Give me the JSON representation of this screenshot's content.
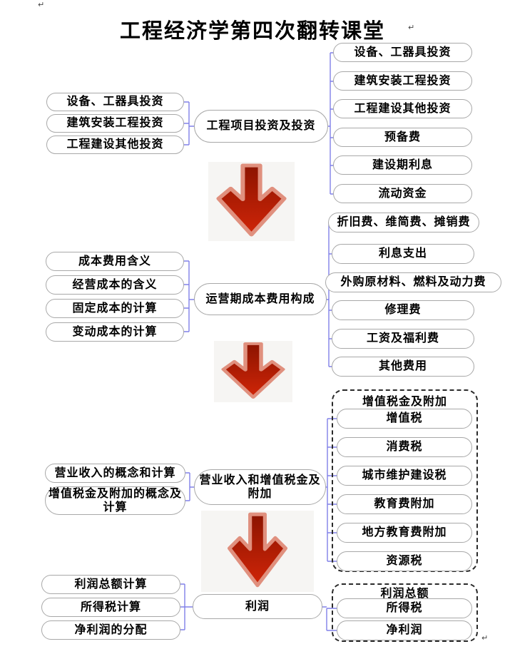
{
  "page": {
    "title": "工程经济学第四次翻转课堂",
    "return_mark": "↵"
  },
  "sections": [
    {
      "center": "工程项目投资及投资",
      "left": [
        "设备、工器具投资",
        "建筑安装工程投资",
        "工程建设其他投资"
      ],
      "right": [
        "设备、工器具投资",
        "建筑安装工程投资",
        "工程建设其他投资",
        "预备费",
        "建设期利息",
        "流动资金"
      ]
    },
    {
      "center": "运营期成本费用构成",
      "left": [
        "成本费用含义",
        "经营成本的含义",
        "固定成本的计算",
        "变动成本的计算"
      ],
      "right": [
        "折旧费、维简费、摊销费",
        "利息支出",
        "外购原材料、燃料及动力费",
        "修理费",
        "工资及福利费",
        "其他费用"
      ]
    },
    {
      "center": "营业收入和增值税金及附加",
      "left": [
        "营业收入的概念和计算",
        "增值税金及附加的概念及计算"
      ],
      "right_group": {
        "header": "增值税金及附加",
        "items": [
          "增值税",
          "消费税",
          "城市维护建设税",
          "教育费附加",
          "地方教育费附加",
          "资源税"
        ]
      }
    },
    {
      "center": "利润",
      "left": [
        "利润总额计算",
        "所得税计算",
        "净利润的分配"
      ],
      "right_group": {
        "header": "利润总额",
        "items": [
          "所得税",
          "净利润"
        ]
      }
    }
  ],
  "colors": {
    "connector": "#8080e8",
    "node_border": "#a8a8a8",
    "dashed_border": "#2a2a2a",
    "arrow_top": "#8c1400",
    "arrow_bottom": "#d02508",
    "arrow_outline": "#e0907e",
    "arrow_background": "#f6f5f3"
  }
}
